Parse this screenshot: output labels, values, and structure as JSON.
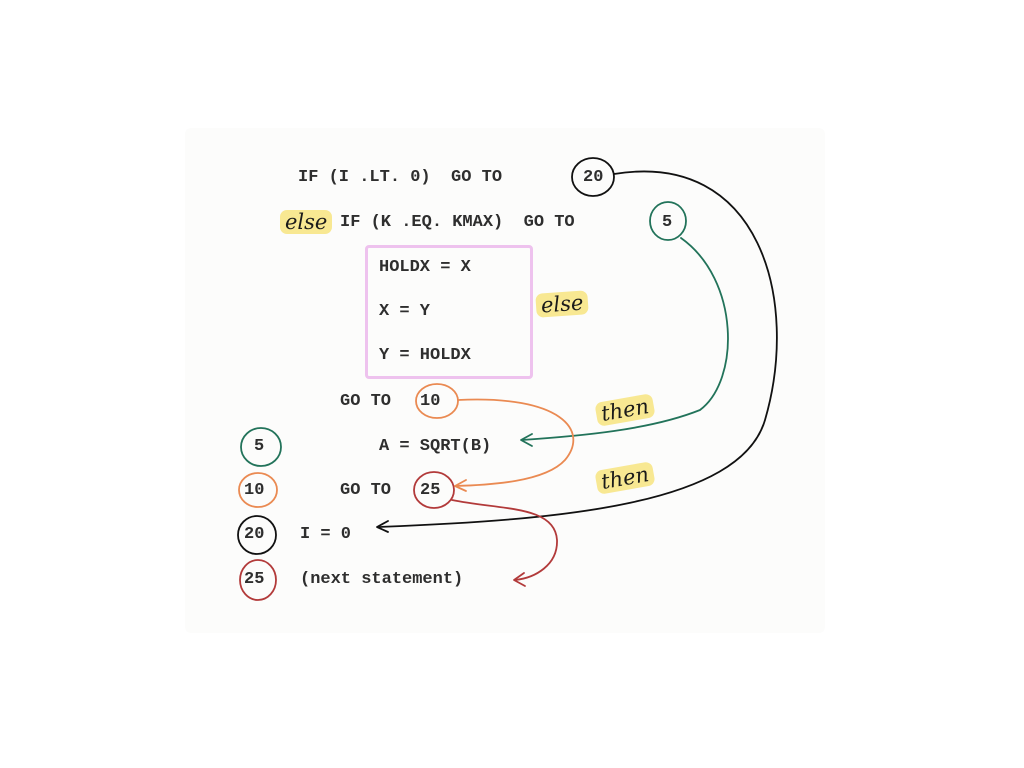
{
  "code_lines": {
    "if_lt": "IF (I .LT. 0)  GO TO",
    "label_20_top": "20",
    "if_eq": "IF (K .EQ. KMAX)  GO TO",
    "label_5_top": "5",
    "holdx": "HOLDX = X",
    "x_eq_y": "X = Y",
    "y_eq_holdx": "Y = HOLDX",
    "goto_10_text": "GO TO",
    "label_10_top": "10",
    "sqrt": "A = SQRT(B)",
    "goto_25_text": "GO TO",
    "label_25_top": "25",
    "i_eq_0": "I = 0",
    "next_statement": "(next statement)"
  },
  "line_labels": {
    "five": "5",
    "ten": "10",
    "twenty": "20",
    "twentyfive": "25"
  },
  "annotations": {
    "else_1": "else",
    "else_2": "else",
    "then_1": "then",
    "then_2": "then"
  },
  "colors": {
    "green": "#22735a",
    "orange": "#ea8a52",
    "black": "#111111",
    "red": "#b23a3a",
    "pink": "#eec2ee",
    "highlight": "#f6e278"
  }
}
